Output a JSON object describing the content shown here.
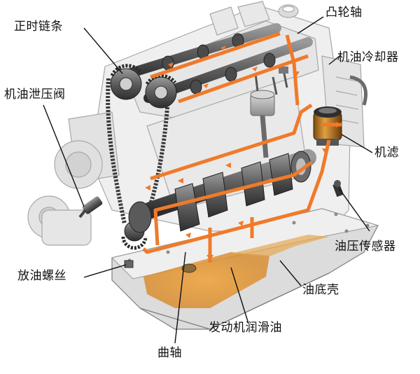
{
  "labels": {
    "timing_chain": "正时链条",
    "camshaft": "凸轮轴",
    "oil_cooler": "机油冷却器",
    "relief_valve": "机油泄压阀",
    "oil_filter": "机滤",
    "pressure_sensor": "油压传感器",
    "drain_plug": "放油螺丝",
    "oil_pan": "油底壳",
    "engine_oil": "发动机润滑油",
    "crankshaft": "曲轴"
  },
  "colors": {
    "oil_flow": "#f07a2a",
    "oil_pool": "#e8a040",
    "engine_body": "#e9e9e9",
    "engine_line": "#a8a8a8",
    "metal_dark": "#5a5a5a",
    "leader": "#111111"
  },
  "icons": {
    "timing_chain": "chain-loop",
    "camshaft": "camshaft-shaft",
    "oil_filter": "filter-canister",
    "crankshaft": "crankshaft"
  }
}
